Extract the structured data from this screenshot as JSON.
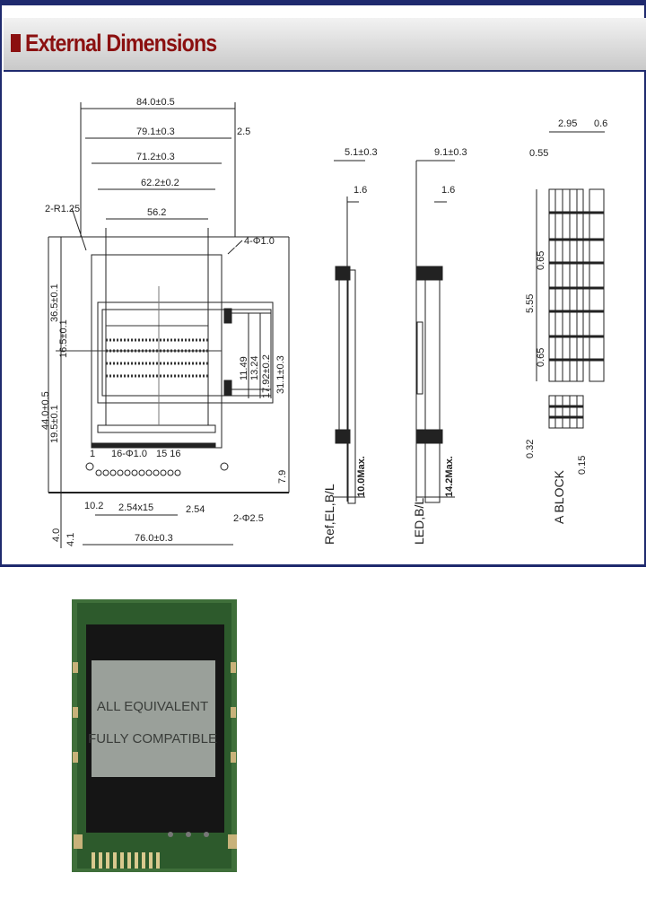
{
  "header": {
    "title": "External Dimensions"
  },
  "front": {
    "w_overall": "84.0±0.5",
    "w_pcb": "79.1±0.3",
    "w_bezel": "71.2±0.3",
    "w_va": "62.2±0.2",
    "w_aa": "56.2",
    "right_gap": "2.5",
    "hole_corner": "2-R1.25",
    "mount_holes": "4-Φ1.0",
    "h_overall": "44.0±0.5",
    "h_inner": "36.5±0.1",
    "h_pcb": "19.5±0.1",
    "h_va": "16.5±0.1",
    "h_right": "31.1±0.3",
    "right_dims": [
      "11.49",
      "13.24",
      "17.92±0.2"
    ],
    "pin_holes": "16-Φ1.0",
    "pin_note": "15 16",
    "pin_first": "1",
    "pin_pitch": "2.54",
    "pins_span": "2.54x15",
    "left_off": "10.2",
    "bottom_w": "76.0±0.3",
    "bottom_holes": "2-Φ2.5",
    "h_7_9": "7.9",
    "h_4_0": "4.0",
    "h_4_1": "4.1"
  },
  "side1": {
    "top": "5.1±0.3",
    "sub": "1.6",
    "max": "10.0Max.",
    "label": "Ref,EL,B/L"
  },
  "side2": {
    "top": "9.1±0.3",
    "sub": "1.6",
    "max": "14.2Max.",
    "label": "LED,B/L"
  },
  "block": {
    "w1": "2.95",
    "w2": "0.6",
    "w3": "0.55",
    "h_total": "5.55",
    "h_half1": "0.65",
    "h_half2": "0.65",
    "h_lower": "0.32",
    "dot": "0.15",
    "label": "A BLOCK"
  },
  "photo": {
    "line1": "ALL EQUIVALENT",
    "line2": "FULLY COMPATIBLE"
  }
}
